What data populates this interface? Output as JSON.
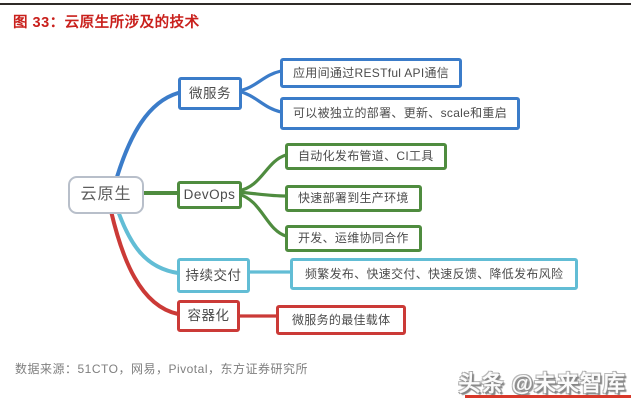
{
  "header": {
    "title": "图 33：云原生所涉及的技术",
    "title_color": "#c9201c",
    "rule_color": "#2f2b28"
  },
  "colors": {
    "blue": "#3b7cc9",
    "green": "#4f8c3f",
    "cyan": "#62bdd5",
    "red": "#cb3a37",
    "root_border": "#b8bfca"
  },
  "mindmap": {
    "root": {
      "label": "云原生"
    },
    "branches": [
      {
        "label": "微服务",
        "color": "blue",
        "children": [
          "应用间通过RESTful API通信",
          "可以被独立的部署、更新、scale和重启"
        ]
      },
      {
        "label": "DevOps",
        "color": "green",
        "children": [
          "自动化发布管道、CI工具",
          "快速部署到生产环境",
          "开发、运维协同合作"
        ]
      },
      {
        "label": "持续交付",
        "color": "cyan",
        "children": [
          "频繁发布、快速交付、快速反馈、降低发布风险"
        ]
      },
      {
        "label": "容器化",
        "color": "red",
        "children": [
          "微服务的最佳载体"
        ]
      }
    ]
  },
  "footer": {
    "source": "数据来源：51CTO，网易，Pivotal，东方证券研究所",
    "watermark": "头条 @未来智库",
    "watermark_rule_color": "#d8382a"
  }
}
